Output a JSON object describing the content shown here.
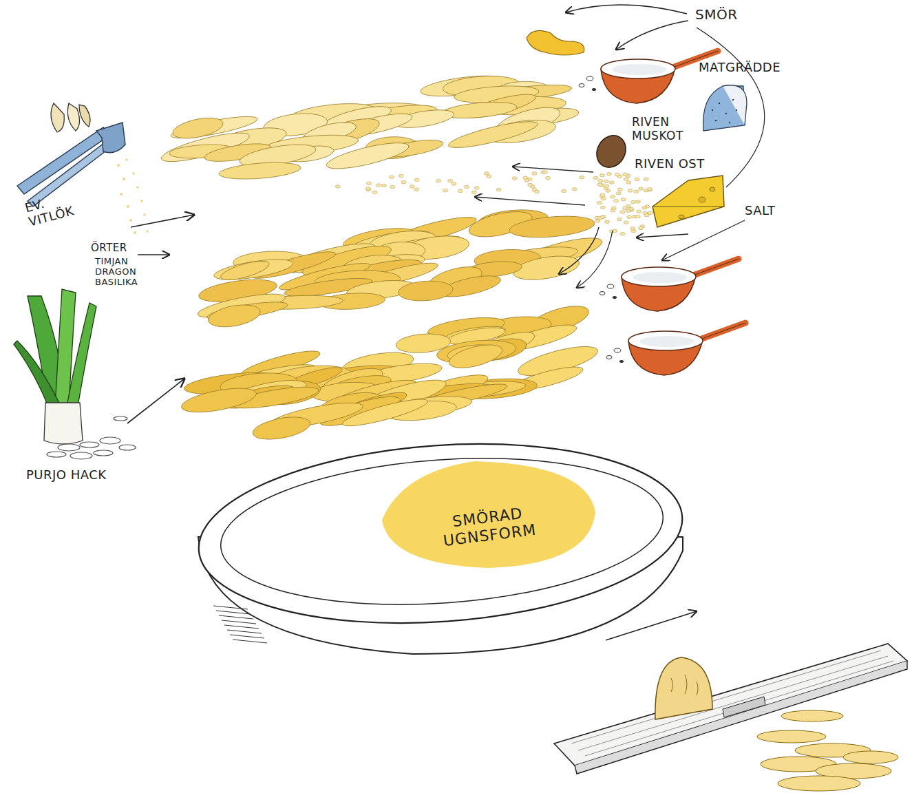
{
  "diagram": {
    "nodes": [
      {
        "text": [
          "SMÖRAD UGNSFORM"
        ]
      }
    ],
    "labels": [
      "SMÖR",
      "MATGRÄDDE",
      "RIVEN MUSKOT",
      "RIVEN OST",
      "SALT",
      "EV. VITLÖK",
      "ÖRTER",
      "TIMJAN DRAGON BASILIKA",
      "PURJO HACK"
    ]
  }
}
